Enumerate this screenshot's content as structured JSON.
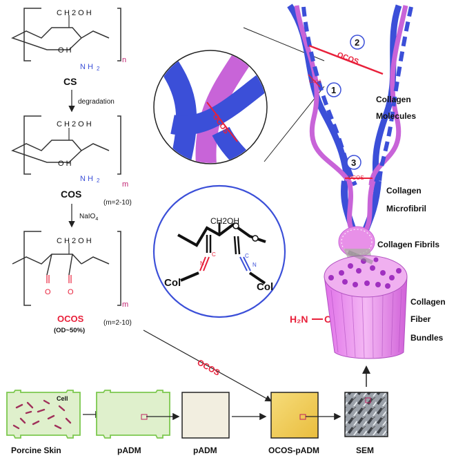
{
  "chem": {
    "cs": {
      "oh_top": "C H 2 O H",
      "oh_ring": "O H",
      "nh2": "N H",
      "nh2_sub": "2",
      "n": "n",
      "name": "CS"
    },
    "step1": "degradation",
    "cos": {
      "oh_top": "C H 2 O H",
      "oh_ring": "O H",
      "nh2": "N H",
      "nh2_sub": "2",
      "m": "m",
      "name": "COS",
      "note": "(m=2-10)"
    },
    "step2": "NaIO",
    "step2_sub": "4",
    "ocos": {
      "oh_top": "C H 2 O H",
      "o1": "O",
      "o2": "O",
      "m": "m",
      "name": "OCOS",
      "od": "(OD~50%)",
      "note": "(m=2-10)"
    }
  },
  "magnify": {
    "label": "OCOS"
  },
  "crosslink": {
    "ch2oh": "CH2OH",
    "n1": "N",
    "c1": "C",
    "n2": "N",
    "c2": "C",
    "col1": "Col",
    "col2": "Col"
  },
  "amine": {
    "h2n": "H₂N",
    "col": "Col"
  },
  "collagen": {
    "badges": [
      "1",
      "2",
      "3"
    ],
    "ocos_labels": [
      "OCOS",
      "OCOS",
      "OCOS"
    ],
    "molecules_1": "Collagen",
    "molecules_2": "Molecules",
    "microfibril_1": "Collagen",
    "microfibril_2": "Microfibril",
    "fibrils": "Collagen Fibrils",
    "bundles_1": "Collagen",
    "bundles_2": "Fiber",
    "bundles_3": "Bundles"
  },
  "process": {
    "ocos_arrow": "OCOS",
    "cell": "Cell",
    "steps": [
      "Porcine Skin",
      "pADM",
      "pADM",
      "OCOS-pADM",
      "SEM"
    ]
  },
  "colors": {
    "red": "#e8203a",
    "blue": "#3b4fd8",
    "purple": "#c864d8",
    "pink": "#e070e0",
    "green": "#8ed068"
  }
}
